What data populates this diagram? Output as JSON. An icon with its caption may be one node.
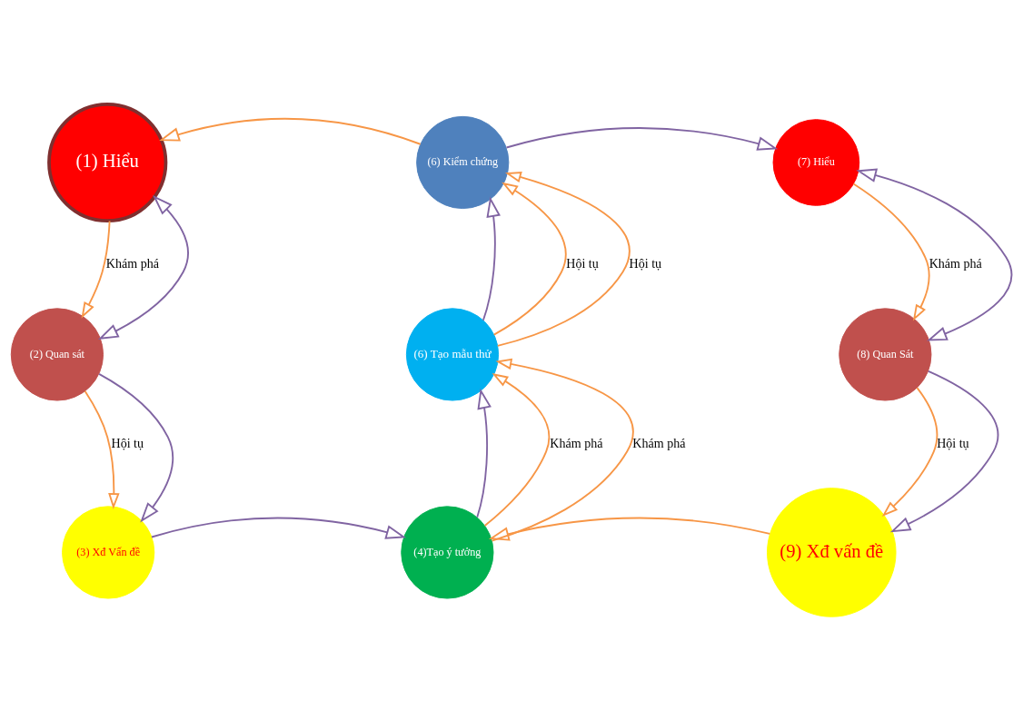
{
  "diagram": {
    "nodes": [
      {
        "text": [
          "(1) Hiểu"
        ]
      },
      {
        "text": [
          "(6) Kiểm chứng"
        ]
      },
      {
        "text": [
          "(7) Hiểu"
        ]
      },
      {
        "text": [
          "(2) Quan sát"
        ]
      },
      {
        "text": [
          "(6) Tạo mẫu thử"
        ]
      },
      {
        "text": [
          "(8) Quan Sát"
        ]
      },
      {
        "text": [
          "(3) Xđ Vấn đề"
        ]
      },
      {
        "text": [
          "(4)Tạo ý tưởng"
        ]
      },
      {
        "text": [
          "(9) Xđ vấn đề"
        ]
      }
    ],
    "edges": [
      {
        "from": 0,
        "to": 3,
        "arrow": "to",
        "label": "Khám phá"
      },
      {
        "from": 0,
        "to": 3,
        "arrow": "both",
        "color": "#8064a2"
      },
      {
        "from": 3,
        "to": 6,
        "arrow": "to",
        "label": "Hội tụ"
      },
      {
        "from": 4,
        "to": 1,
        "arrow": "to",
        "label": "Hội tụ"
      },
      {
        "from": 4,
        "to": 1,
        "arrow": "to",
        "label": "Hội tụ"
      },
      {
        "from": 7,
        "to": 4,
        "arrow": "to",
        "label": "Khám phá"
      },
      {
        "from": 7,
        "to": 4,
        "arrow": "to",
        "label": "Khám phá"
      },
      {
        "from": 2,
        "to": 5,
        "arrow": "to",
        "label": "Khám phá"
      },
      {
        "from": 2,
        "to": 5,
        "arrow": "both",
        "color": "#8064a2"
      },
      {
        "from": 5,
        "to": 8,
        "arrow": "to",
        "label": "Hội tụ"
      },
      {
        "from": 1,
        "to": 0,
        "arrow": "to"
      },
      {
        "from": 1,
        "to": 2,
        "arrow": "to",
        "color": "#8064a2"
      },
      {
        "from": 3,
        "to": 6,
        "arrow": "to",
        "color": "#8064a2"
      },
      {
        "from": 4,
        "to": 1,
        "arrow": "to",
        "color": "#8064a2"
      },
      {
        "from": 6,
        "to": 7,
        "arrow": "to",
        "color": "#8064a2"
      },
      {
        "from": 7,
        "to": 4,
        "arrow": "to",
        "color": "#8064a2"
      },
      {
        "from": 5,
        "to": 8,
        "arrow": "to",
        "color": "#8064a2"
      },
      {
        "from": 8,
        "to": 7,
        "arrow": "to"
      }
    ]
  }
}
